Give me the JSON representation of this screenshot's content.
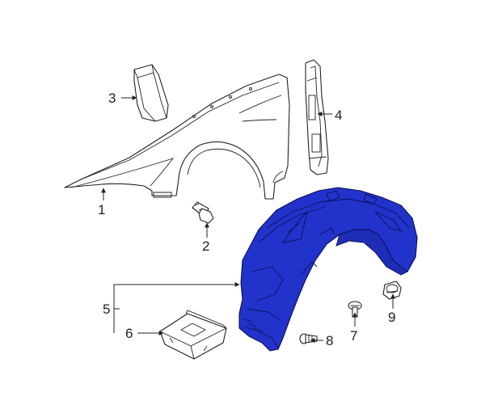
{
  "colors": {
    "highlight": "#2233cc",
    "line": "#222222",
    "background": "#ffffff"
  },
  "callouts": [
    {
      "id": "1",
      "label": "1"
    },
    {
      "id": "2",
      "label": "2"
    },
    {
      "id": "3",
      "label": "3"
    },
    {
      "id": "4",
      "label": "4"
    },
    {
      "id": "5",
      "label": "5"
    },
    {
      "id": "6",
      "label": "6"
    },
    {
      "id": "7",
      "label": "7"
    },
    {
      "id": "8",
      "label": "8"
    },
    {
      "id": "9",
      "label": "9"
    }
  ]
}
